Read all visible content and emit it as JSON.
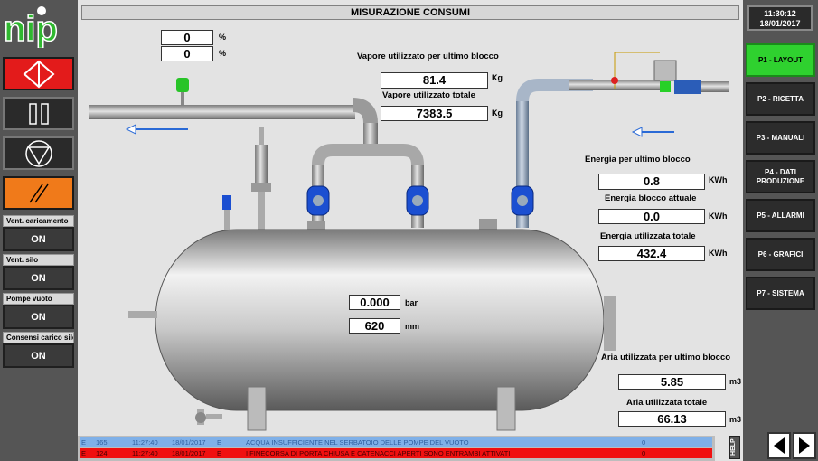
{
  "header": {
    "title": "MISURAZIONE CONSUMI"
  },
  "clock": {
    "time": "11:30:12",
    "date": "18/01/2017"
  },
  "left_panel": {
    "sections": [
      {
        "label": "Vent. caricamento",
        "value": "ON"
      },
      {
        "label": "Vent. silo",
        "value": "ON"
      },
      {
        "label": "Pompe vuoto",
        "value": "ON"
      },
      {
        "label": "Consensi carico silo",
        "value": "ON"
      }
    ]
  },
  "nav": {
    "items": [
      {
        "label": "P1 - LAYOUT",
        "active": true
      },
      {
        "label": "P2 - RICETTA"
      },
      {
        "label": "P3 - MANUALI"
      },
      {
        "label": "P4 - DATI PRODUZIONE"
      },
      {
        "label": "P5 - ALLARMI"
      },
      {
        "label": "P6 - GRAFICI"
      },
      {
        "label": "P7 - SISTEMA"
      }
    ]
  },
  "percent": {
    "value1": "0",
    "value2": "0",
    "unit": "%"
  },
  "steam": {
    "last_block_label": "Vapore utilizzato per ultimo blocco",
    "last_block_value": "81.4",
    "total_label": "Vapore utilizzato totale",
    "total_value": "7383.5",
    "unit": "Kg"
  },
  "energy": {
    "last_block_label": "Energia per ultimo blocco",
    "last_block_value": "0.8",
    "current_label": "Energia blocco attuale",
    "current_value": "0.0",
    "total_label": "Energia utilizzata totale",
    "total_value": "432.4",
    "unit": "KWh"
  },
  "tank": {
    "pressure_value": "0.000",
    "pressure_unit": "bar",
    "level_value": "620",
    "level_unit": "mm"
  },
  "air": {
    "last_block_label": "Aria utilizzata per ultimo blocco",
    "last_block_value": "5.85",
    "total_label": "Aria utilizzata totale",
    "total_value": "66.13",
    "unit": "m3"
  },
  "alarms": [
    {
      "type": "E",
      "code": "165",
      "time": "11:27:40",
      "date": "18/01/2017",
      "state": "E",
      "message": "ACQUA INSUFFICIENTE NEL SERBATOIO DELLE POMPE DEL VUOTO",
      "count": "0"
    },
    {
      "type": "E",
      "code": "124",
      "time": "11:27:40",
      "date": "18/01/2017",
      "state": "E",
      "message": "I FINECORSA DI PORTA CHIUSA E CATENACCI APERTI SONO ENTRAMBI ATTIVATI",
      "count": "0"
    }
  ],
  "help_label": "HELP",
  "colors": {
    "accent_green": "#2fd12f",
    "alarm_red": "#f01010",
    "alarm_blue": "#7fb0e8",
    "start_red": "#e31b1b",
    "orange": "#f07a1a"
  }
}
